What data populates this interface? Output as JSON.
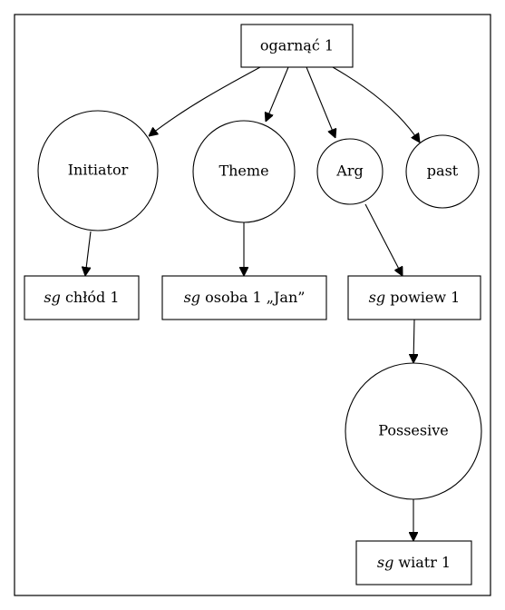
{
  "diagram": {
    "nodes": {
      "root": {
        "label": "ogarnąć 1"
      },
      "initiator": {
        "label": "Initiator"
      },
      "theme": {
        "label": "Theme"
      },
      "arg": {
        "label": "Arg"
      },
      "past": {
        "label": "past"
      },
      "chlod": {
        "prefix": "sg",
        "label": " chłód 1"
      },
      "osoba": {
        "prefix": "sg",
        "label": " osoba 1 „Jan”"
      },
      "powiew": {
        "prefix": "sg",
        "label": " powiew 1"
      },
      "possesive": {
        "label": "Possesive"
      },
      "wiatr": {
        "prefix": "sg",
        "label": " wiatr 1"
      }
    },
    "edges": [
      {
        "from": "root",
        "to": "initiator"
      },
      {
        "from": "root",
        "to": "theme"
      },
      {
        "from": "root",
        "to": "arg"
      },
      {
        "from": "root",
        "to": "past"
      },
      {
        "from": "initiator",
        "to": "chlod"
      },
      {
        "from": "theme",
        "to": "osoba"
      },
      {
        "from": "arg",
        "to": "powiew"
      },
      {
        "from": "powiew",
        "to": "possesive"
      },
      {
        "from": "possesive",
        "to": "wiatr"
      }
    ]
  }
}
